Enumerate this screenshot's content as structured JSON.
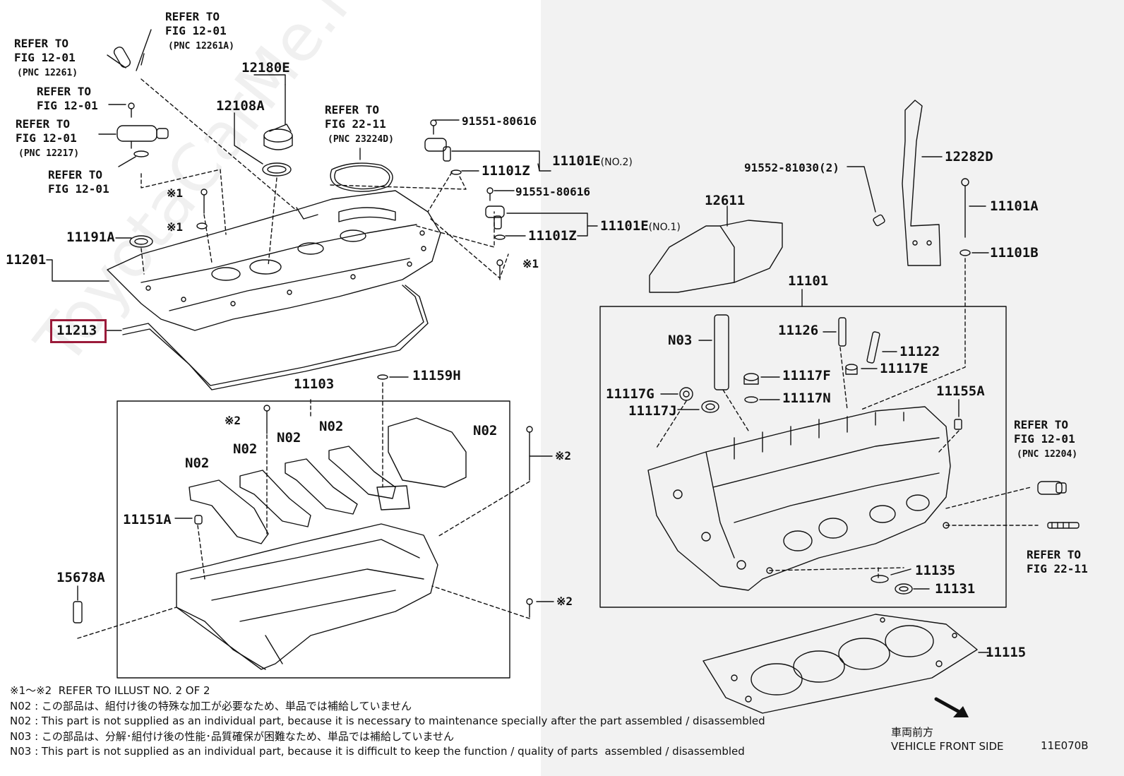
{
  "watermark": "ToyotaCarMe.ru",
  "labels": {
    "ref_12261_to": "REFER TO",
    "ref_12261_fig": "FIG 12-01",
    "ref_12261_pnc": "(PNC 12261)",
    "ref_12261a_to": "REFER TO",
    "ref_12261a_fig": "FIG 12-01",
    "ref_12261a_pnc": "(PNC 12261A)",
    "ref_bolt_to": "REFER TO",
    "ref_bolt_fig": "FIG 12-01",
    "ref_12217_to": "REFER TO",
    "ref_12217_fig": "FIG 12-01",
    "ref_12217_pnc": "(PNC 12217)",
    "ref_oring_to": "REFER TO",
    "ref_oring_fig": "FIG 12-01",
    "p12180E": "12180E",
    "p12108A": "12108A",
    "ref_23224_to": "REFER TO",
    "ref_23224_fig": "FIG 22-11",
    "ref_23224_pnc": "(PNC 23224D)",
    "p9155180616a": "91551-80616",
    "p11101Z_a": "11101Z",
    "p11101E_2": "11101E",
    "p11101E_2_note": "(NO.2)",
    "p9155180616b": "91551-80616",
    "p11101Z_b": "11101Z",
    "p11101E_1": "11101E",
    "p11101E_1_note": "(NO.1)",
    "mark1_a": "※1",
    "mark1_b": "※1",
    "mark1_c": "※1",
    "p11191A": "11191A",
    "p11201": "11201",
    "p11213": "11213",
    "p11103": "11103",
    "p11159H": "11159H",
    "mark2_a": "※2",
    "mark2_b": "※2",
    "mark2_c": "※2",
    "n02_a": "N02",
    "n02_b": "N02",
    "n02_c": "N02",
    "n02_d": "N02",
    "n02_e": "N02",
    "p11151A": "11151A",
    "p15678A": "15678A",
    "p9155281030": "91552-81030(2)",
    "p12282D": "12282D",
    "p12611": "12611",
    "p11101A": "11101A",
    "p11101B": "11101B",
    "p11101": "11101",
    "n03": "N03",
    "p11126": "11126",
    "p11122": "11122",
    "p11117F": "11117F",
    "p11117E": "11117E",
    "p11117G": "11117G",
    "p11117J": "11117J",
    "p11117N": "11117N",
    "p11155A": "11155A",
    "ref_12204_to": "REFER TO",
    "ref_12204_fig": "FIG 12-01",
    "ref_12204_pnc": "(PNC 12204)",
    "ref_2211b_to": "REFER TO",
    "ref_2211b_fig": "FIG 22-11",
    "p11135": "11135",
    "p11131": "11131",
    "p11115": "11115"
  },
  "notes": [
    "※1～※2  REFER TO ILLUST NO. 2 OF 2",
    "N02 : この部品は、組付け後の特殊な加工が必要なため、単品では補給していません",
    "N02 : This part is not supplied as an individual part, because it is necessary to maintenance specially after the part assembled / disassembled",
    "N03 : この部品は、分解･組付け後の性能･品質確保が困難なため、単品では補給していません",
    "N03 : This part is not supplied as an individual part, because it is difficult to keep the function / quality of parts  assembled / disassembled"
  ],
  "front_jp": "車両前方",
  "front_en": "VEHICLE FRONT SIDE",
  "illustration_code": "11E070B",
  "colors": {
    "highlight": "#9b1b3a",
    "ink": "#111111",
    "right_bg": "#f2f2f2"
  }
}
